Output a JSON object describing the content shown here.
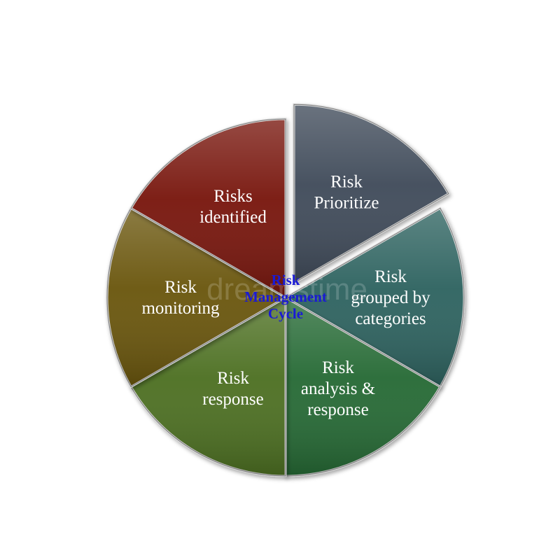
{
  "diagram": {
    "center_label": [
      "Risk",
      "Management",
      "Cycle"
    ],
    "watermark": "dreamstime",
    "segments": [
      {
        "id": "risk-prioritize",
        "lines": [
          "Risk",
          "Prioritize"
        ],
        "color": "#3f4c5a",
        "exploded": true
      },
      {
        "id": "risk-grouped-by-categories",
        "lines": [
          "Risk",
          "grouped by",
          "categories"
        ],
        "color": "#2f6460",
        "exploded": false
      },
      {
        "id": "risk-analysis-response",
        "lines": [
          "Risk",
          "analysis  &",
          "response"
        ],
        "color": "#276a34",
        "exploded": false
      },
      {
        "id": "risk-response",
        "lines": [
          "Risk",
          "response"
        ],
        "color": "#4e7020",
        "exploded": false
      },
      {
        "id": "risk-monitoring",
        "lines": [
          "Risk",
          "monitoring"
        ],
        "color": "#6b5610",
        "exploded": false
      },
      {
        "id": "risks-identified",
        "lines": [
          "Risks",
          "identified"
        ],
        "color": "#781408",
        "exploded": false
      }
    ]
  }
}
